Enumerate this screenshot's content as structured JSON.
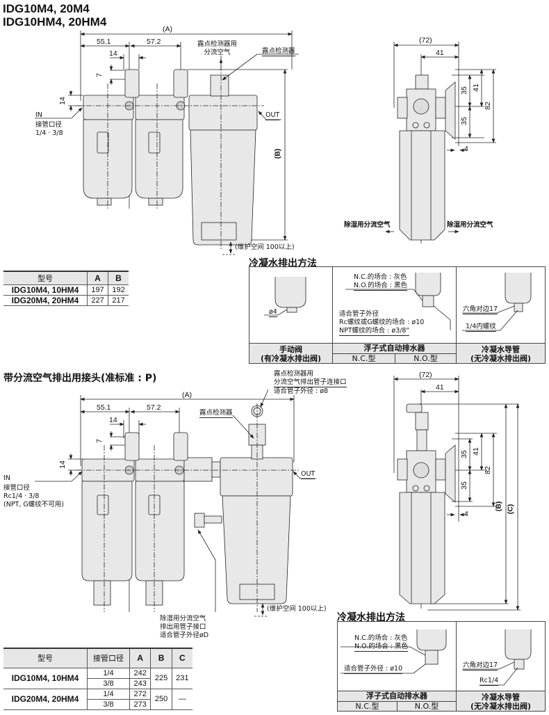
{
  "header": {
    "title_line1": "IDG10M4, 20M4",
    "title_line2": "IDG10HM4, 20HM4"
  },
  "top_front_view": {
    "dim_A": "(A)",
    "dim_55_1": "55.1",
    "dim_57_2": "57.2",
    "dim_14_w": "14",
    "dim_7": "7",
    "dim_14_h": "14",
    "dim_B": "(B)",
    "bypass_air_label": [
      "露点检测器用",
      "分流空气"
    ],
    "dew_point_sensor": "露点检测器",
    "in_label": "IN",
    "port_size_label": "接管口径",
    "port_size_value": "1/4 · 3/8",
    "out_label": "OUT",
    "maintenance_space": "(维护空间 100以上)"
  },
  "top_side_view": {
    "dim_72": "(72)",
    "dim_41_w": "41",
    "dim_35_a": "35",
    "dim_41_h": "41",
    "dim_82": "82",
    "dim_35_b": "35",
    "dim_4": "4",
    "dehumid_air_left": "除湿用分流空气",
    "dehumid_air_right": "除湿用分流空气"
  },
  "table1": {
    "headers": [
      "型号",
      "A",
      "B"
    ],
    "rows": [
      {
        "model": "IDG10M4, 10HM4",
        "A": "197",
        "B": "192"
      },
      {
        "model": "IDG20M4, 20HM4",
        "A": "227",
        "B": "217"
      }
    ]
  },
  "drain1": {
    "title": "冷凝水排出方法",
    "manual": {
      "callout": "ø4",
      "caption1": "手动阀",
      "caption2": "(有冷凝水排出阀)"
    },
    "auto": {
      "nc_color": "N.C.的场合 : 灰色",
      "no_color": "N.O.的场合 : 黑色",
      "tube_od": "适合管子外径",
      "rc_g": "Rc螺纹或G螺纹的场合 : ø10",
      "npt": "NPT螺纹的场合 : ø3/8\"",
      "caption": "浮子式自动排水器",
      "nc_type": "N.C.型",
      "no_type": "N.O.型"
    },
    "guide": {
      "hex": "六角对边17",
      "thread": "1/4内螺纹",
      "caption1": "冷凝水导管",
      "caption2": "(无冷凝水排出阀)"
    }
  },
  "section2": {
    "title": "带分流空气排出用接头(准标准 : P)",
    "sensor_port_label": [
      "露点检测器用",
      "分流空气排出管子连接口",
      "适合管子外径 : ø8"
    ]
  },
  "bottom_front_view": {
    "dim_A": "(A)",
    "dim_55_1": "55.1",
    "dim_57_2": "57.2",
    "dim_14_w": "14",
    "dim_7": "7",
    "dim_14_h": "14",
    "dew_point_sensor": "露点检测器",
    "in_label": "IN",
    "port_size_label": "接管口径",
    "port_size_value": "Rc1/4 · 3/8",
    "port_note": "(NPT, G螺纹不可用)",
    "out_label": "OUT",
    "dehumid_port": [
      "除湿用分流空气",
      "排出用管子接口",
      "适合管子外径øD"
    ],
    "maintenance_space": "(维护空间 100以上)"
  },
  "bottom_side_view": {
    "dim_72": "(72)",
    "dim_41_w": "41",
    "dim_35_a": "35",
    "dim_41_h": "41",
    "dim_82": "82",
    "dim_35_b": "35",
    "dim_4": "4",
    "dim_B": "(B)",
    "dim_C": "(C)"
  },
  "table2": {
    "headers": [
      "型号",
      "接管口径",
      "A",
      "B",
      "C"
    ],
    "rows": [
      {
        "model": "IDG10M4, 10HM4",
        "ports": [
          {
            "size": "1/4",
            "A": "242"
          },
          {
            "size": "3/8",
            "A": "243"
          }
        ],
        "B": "225",
        "C": "231"
      },
      {
        "model": "IDG20M4, 20HM4",
        "ports": [
          {
            "size": "1/4",
            "A": "272"
          },
          {
            "size": "3/8",
            "A": "273"
          }
        ],
        "B": "250",
        "C": "—"
      }
    ]
  },
  "drain2": {
    "title": "冷凝水排出方法",
    "auto": {
      "nc_color": "N.C.的场合 : 灰色",
      "no_color": "N.O.的场合 : 黑色",
      "tube_od": "适合管子外径 : ø10",
      "caption": "浮子式自动排水器",
      "nc_type": "N.C.型",
      "no_type": "N.O.型"
    },
    "guide": {
      "hex": "六角对边17",
      "thread": "Rc1/4",
      "caption1": "冷凝水导管",
      "caption2": "(无冷凝水排出阀)"
    }
  }
}
